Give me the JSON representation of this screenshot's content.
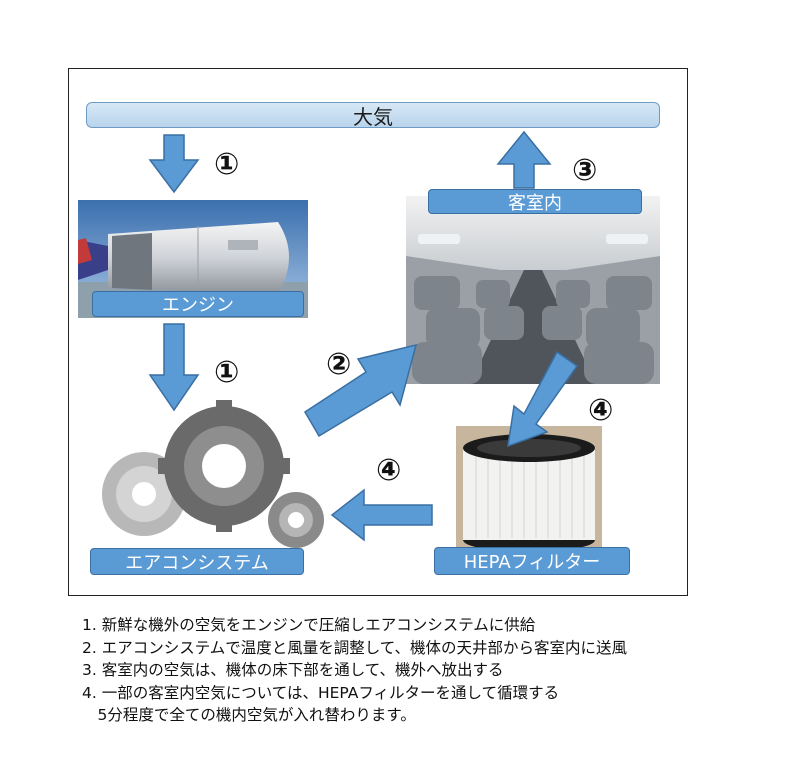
{
  "labels": {
    "atmosphere": "大気",
    "engine": "エンジン",
    "cabin": "客室内",
    "aircon": "エアコンシステム",
    "hepa": "HEPAフィルター"
  },
  "step_numbers": {
    "one_top": "①",
    "one_bottom": "①",
    "two": "②",
    "three": "③",
    "four_right": "④",
    "four_bottom": "④"
  },
  "colors": {
    "arrow": "#5b9bd5",
    "label_bg": "#5b9bd5"
  },
  "notes": [
    "1. 新鮮な機外の空気をエンジンで圧縮しエアコンシステムに供給",
    "2. エアコンシステムで温度と風量を調整して、機体の天井部から客室内に送風",
    "3. 客室内の空気は、機体の床下部を通して、機外へ放出する",
    "4. 一部の客室内空気については、HEPAフィルターを通して循環する",
    "　5分程度で全ての機内空気が入れ替わります。"
  ]
}
